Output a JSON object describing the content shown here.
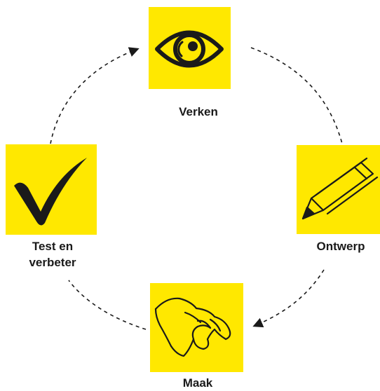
{
  "diagram": {
    "steps": [
      {
        "label": "Verken",
        "icon": "eye-icon"
      },
      {
        "label": "Ontwerp",
        "icon": "pencil-icon"
      },
      {
        "label": "Maak",
        "icon": "pinching-hand-icon"
      },
      {
        "label_line1": "Test en",
        "label_line2": "verbeter",
        "icon": "checkmark-icon"
      }
    ],
    "colors": {
      "tile": "#ffe800",
      "ink": "#1a1a1a",
      "background": "#ffffff"
    }
  }
}
